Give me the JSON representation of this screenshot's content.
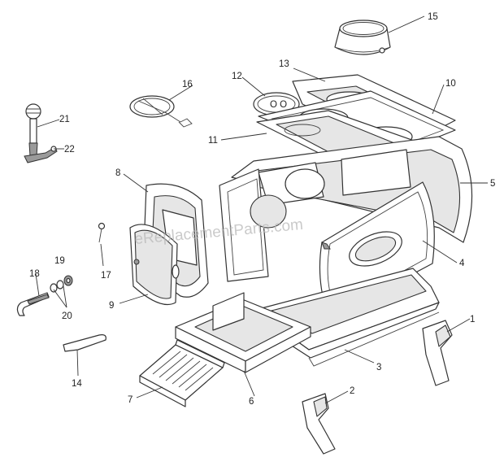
{
  "watermark": "eReplacementParts.com",
  "callouts": [
    {
      "id": "1",
      "label": "1"
    },
    {
      "id": "2",
      "label": "2"
    },
    {
      "id": "3",
      "label": "3"
    },
    {
      "id": "4",
      "label": "4"
    },
    {
      "id": "5",
      "label": "5"
    },
    {
      "id": "6",
      "label": "6"
    },
    {
      "id": "7",
      "label": "7"
    },
    {
      "id": "8",
      "label": "8"
    },
    {
      "id": "9",
      "label": "9"
    },
    {
      "id": "10",
      "label": "10"
    },
    {
      "id": "11",
      "label": "11"
    },
    {
      "id": "12",
      "label": "12"
    },
    {
      "id": "13",
      "label": "13"
    },
    {
      "id": "14",
      "label": "14"
    },
    {
      "id": "15",
      "label": "15"
    },
    {
      "id": "16",
      "label": "16"
    },
    {
      "id": "17",
      "label": "17"
    },
    {
      "id": "18",
      "label": "18"
    },
    {
      "id": "19",
      "label": "19"
    },
    {
      "id": "20",
      "label": "20"
    },
    {
      "id": "21",
      "label": "21"
    },
    {
      "id": "22",
      "label": "22"
    }
  ]
}
